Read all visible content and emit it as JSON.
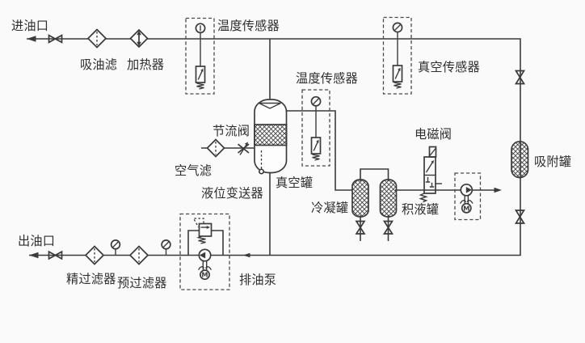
{
  "labels": {
    "oil_inlet": "进油口",
    "suction_filter": "吸油滤",
    "heater": "加热器",
    "temp_sensor_top": "温度传感器",
    "vacuum_sensor": "真空传感器",
    "throttle_valve": "节流阀",
    "air_filter": "空气滤",
    "temp_sensor_mid": "温度传感器",
    "vacuum_tank": "真空罐",
    "level_transmitter": "液位变送器",
    "condenser_tank": "冷凝罐",
    "solenoid_valve": "电磁阀",
    "accumulator_tank": "积液罐",
    "adsorption_tank": "吸附罐",
    "oil_outlet": "出油口",
    "fine_filter": "精过滤器",
    "pre_filter": "预过滤器",
    "drain_pump": "排油泵",
    "motor_m": "M"
  },
  "colors": {
    "line": "#3b3b3b",
    "text": "#2f2f2f",
    "background": "#fafafa",
    "dashed_box": "#4a4a4a"
  }
}
